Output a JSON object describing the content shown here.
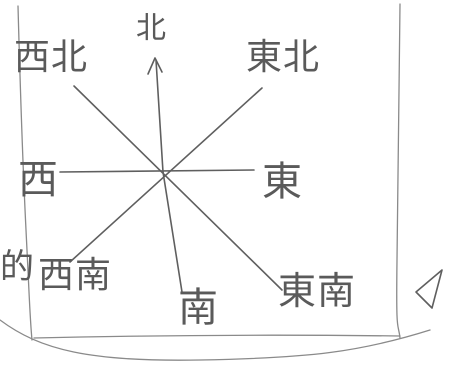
{
  "compass": {
    "north": "北",
    "south": "南",
    "east": "東",
    "west": "西",
    "northeast": "東北",
    "northwest": "西北",
    "southeast": "東南",
    "southwest": "西南"
  },
  "margin_mark": "的",
  "colors": {
    "ink": "#5f5f5f",
    "paper": "#ffffff"
  }
}
